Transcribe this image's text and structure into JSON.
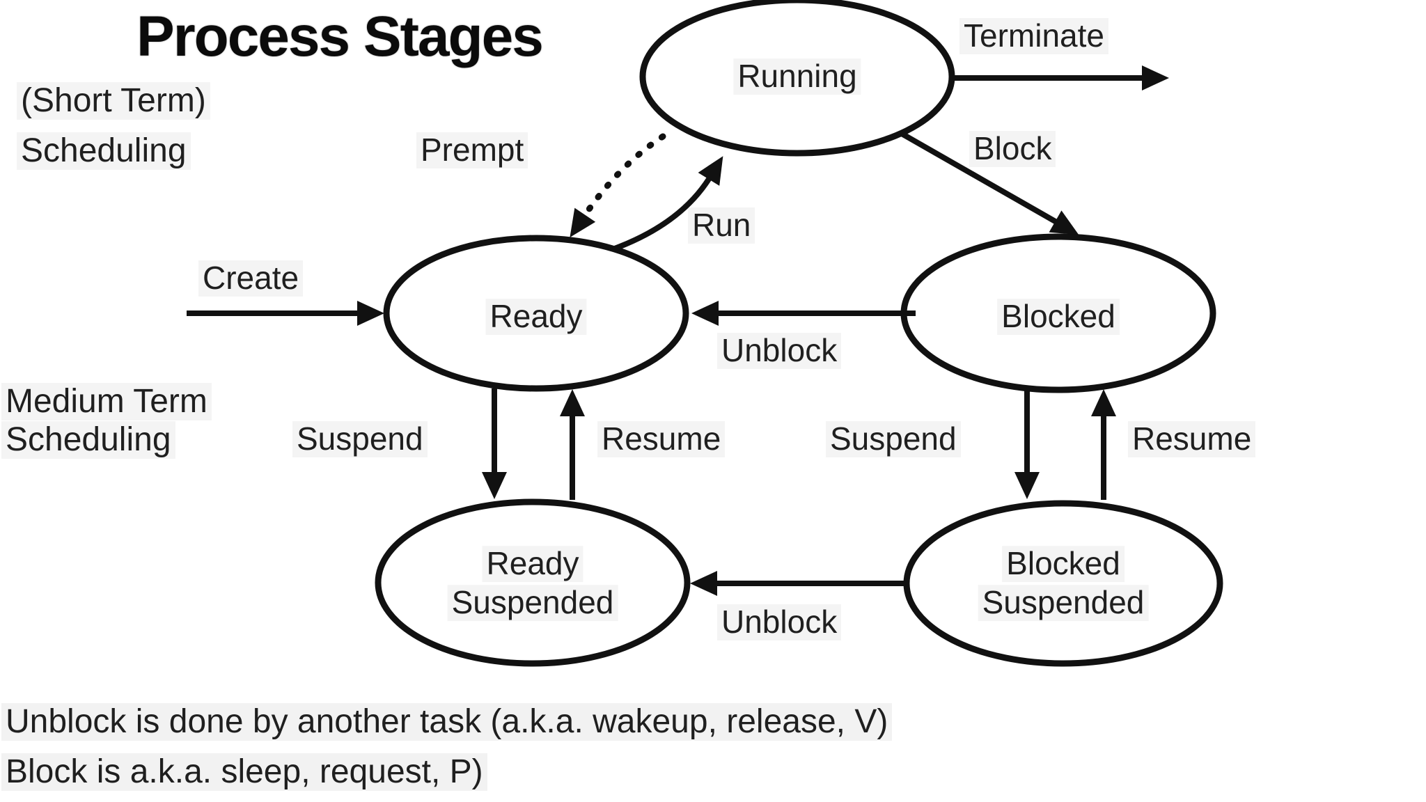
{
  "title": "Process Stages",
  "annotations": {
    "short_term_line1": "(Short Term)",
    "short_term_line2": "Scheduling",
    "medium_term_line1": "Medium Term",
    "medium_term_line2": "Scheduling"
  },
  "nodes": {
    "running": "Running",
    "ready": "Ready",
    "blocked": "Blocked",
    "ready_suspended_line1": "Ready",
    "ready_suspended_line2": "Suspended",
    "blocked_suspended_line1": "Blocked",
    "blocked_suspended_line2": "Suspended"
  },
  "edges": {
    "create": "Create",
    "terminate": "Terminate",
    "block": "Block",
    "run": "Run",
    "prempt": "Prempt",
    "unblock_mid": "Unblock",
    "suspend_left": "Suspend",
    "resume_left": "Resume",
    "suspend_right": "Suspend",
    "resume_right": "Resume",
    "unblock_bottom": "Unblock"
  },
  "notes": {
    "line1": "Unblock is done by another task (a.k.a. wakeup, release, V)",
    "line2": "Block is a.k.a. sleep, request, P)"
  },
  "colors": {
    "ink": "#111111",
    "background": "#ffffff"
  }
}
